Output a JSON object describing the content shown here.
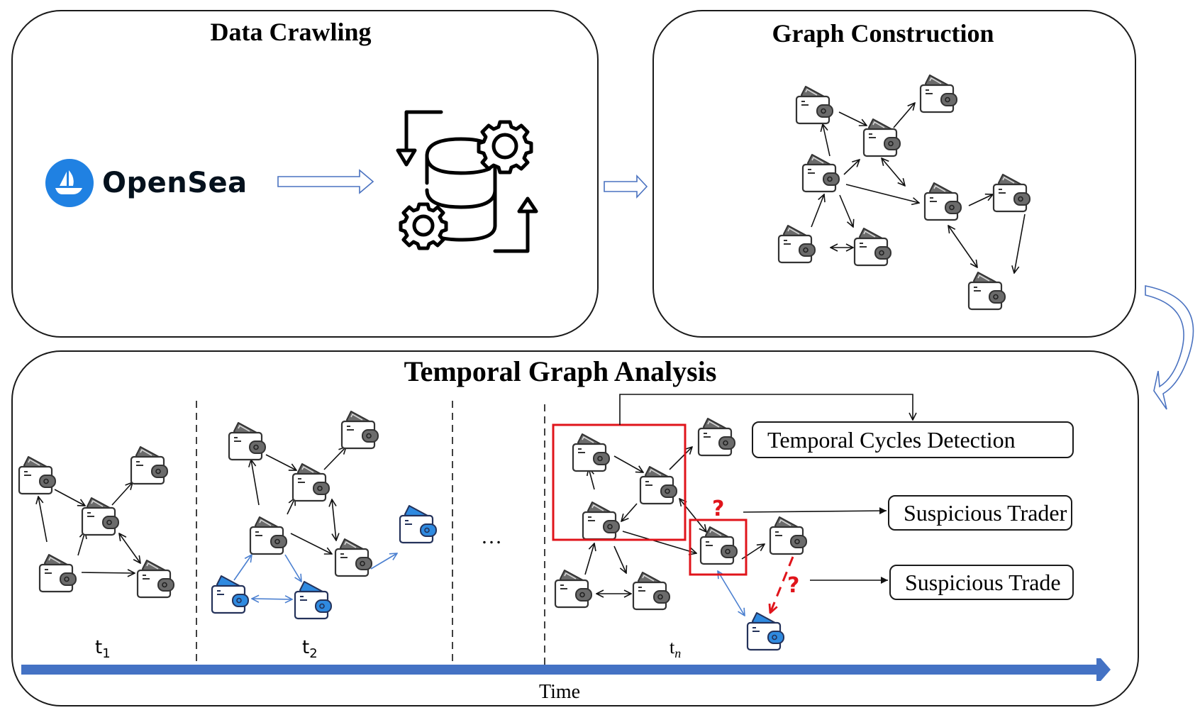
{
  "panels": {
    "crawl": {
      "title": "Data Crawling",
      "source_label": "OpenSea",
      "source_icon": "opensea-ship-icon",
      "target_icon": "database-gears-icon"
    },
    "graph": {
      "title": "Graph Construction",
      "node_icon": "wallet-icon"
    },
    "temporal": {
      "title": "Temporal Graph Analysis",
      "snapshots": [
        {
          "label": "t",
          "sub": "1"
        },
        {
          "label": "t",
          "sub": "2"
        },
        {
          "label": "t",
          "sub": "n"
        }
      ],
      "ellipsis": "…",
      "axis_label": "Time",
      "outputs": {
        "cycles": "Temporal Cycles Detection",
        "trader": "Suspicious Trader",
        "trade": "Suspicious Trade"
      },
      "question_mark": "?"
    }
  },
  "colors": {
    "accent_blue": "#4472c4",
    "wallet_gray": "#6b6b6b",
    "wallet_blue": "#2f8ae0",
    "highlight_red": "#e0141b",
    "opensea_blue": "#2081e2"
  },
  "graph_construction": {
    "nodes": [
      "A",
      "B",
      "C",
      "D",
      "E",
      "F",
      "G",
      "H",
      "I"
    ],
    "edges": [
      {
        "from": "A",
        "to": "B",
        "dir": "one"
      },
      {
        "from": "B",
        "to": "C",
        "dir": "one"
      },
      {
        "from": "D",
        "to": "A",
        "dir": "one"
      },
      {
        "from": "D",
        "to": "B",
        "dir": "one"
      },
      {
        "from": "B",
        "to": "E",
        "dir": "both"
      },
      {
        "from": "D",
        "to": "E",
        "dir": "one"
      },
      {
        "from": "E",
        "to": "F",
        "dir": "one"
      },
      {
        "from": "G",
        "to": "D",
        "dir": "one"
      },
      {
        "from": "D",
        "to": "H",
        "dir": "one"
      },
      {
        "from": "G",
        "to": "H",
        "dir": "both"
      },
      {
        "from": "E",
        "to": "I",
        "dir": "both"
      },
      {
        "from": "F",
        "to": "I",
        "dir": "one"
      }
    ]
  },
  "snapshot_t1": {
    "nodes": [
      "A",
      "B",
      "C",
      "D",
      "E"
    ],
    "edges": [
      {
        "from": "A",
        "to": "B",
        "dir": "one"
      },
      {
        "from": "B",
        "to": "C",
        "dir": "one"
      },
      {
        "from": "D",
        "to": "A",
        "dir": "one"
      },
      {
        "from": "D",
        "to": "B",
        "dir": "one"
      },
      {
        "from": "B",
        "to": "E",
        "dir": "both"
      },
      {
        "from": "D",
        "to": "E",
        "dir": "one"
      }
    ]
  },
  "snapshot_t2": {
    "nodes": [
      "A",
      "B",
      "C",
      "D",
      "E",
      "F",
      "G",
      "H"
    ],
    "new_nodes": [
      "F",
      "G",
      "H"
    ],
    "edges": [
      {
        "from": "A",
        "to": "B",
        "dir": "one",
        "new": false
      },
      {
        "from": "B",
        "to": "C",
        "dir": "one",
        "new": false
      },
      {
        "from": "D",
        "to": "A",
        "dir": "one",
        "new": false
      },
      {
        "from": "D",
        "to": "B",
        "dir": "one",
        "new": false
      },
      {
        "from": "B",
        "to": "E",
        "dir": "both",
        "new": false
      },
      {
        "from": "D",
        "to": "E",
        "dir": "one",
        "new": false
      },
      {
        "from": "E",
        "to": "F",
        "dir": "one",
        "new": true
      },
      {
        "from": "G",
        "to": "D",
        "dir": "one",
        "new": true
      },
      {
        "from": "D",
        "to": "H",
        "dir": "one",
        "new": true
      },
      {
        "from": "G",
        "to": "H",
        "dir": "both",
        "new": true
      }
    ]
  },
  "snapshot_tn": {
    "highlights": [
      "temporal-cycle",
      "suspicious-trader"
    ],
    "suspicious_edge": "dashed-red"
  }
}
